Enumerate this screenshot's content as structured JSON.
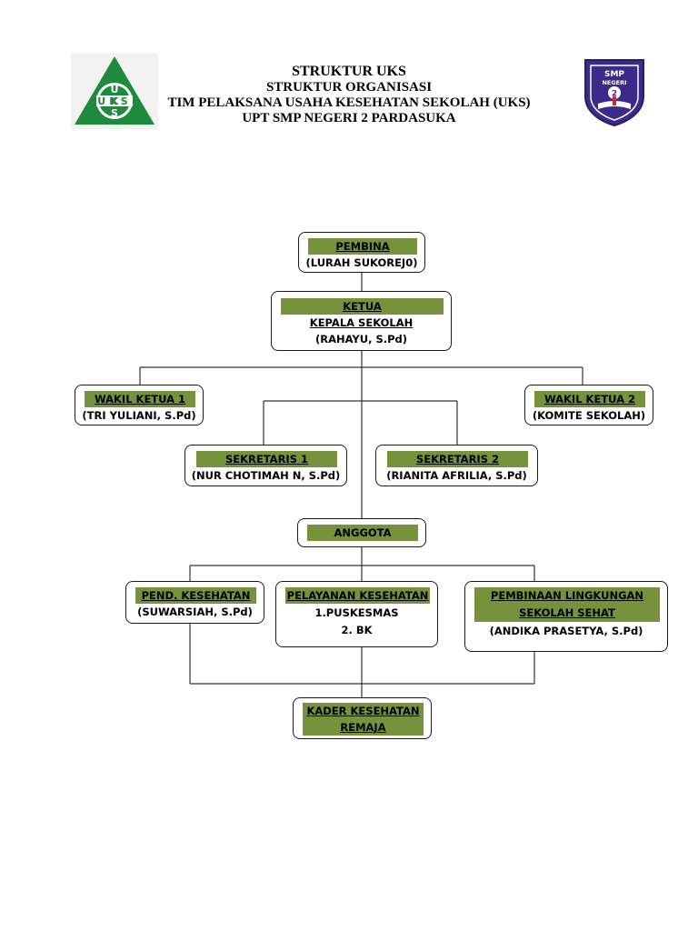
{
  "header": {
    "title": "STRUKTUR UKS",
    "line2": "STRUKTUR ORGANISASI",
    "line3": "TIM PELAKSANA USAHA KESEHATAN SEKOLAH (UKS)",
    "line4": "UPT SMP NEGERI 2 PARDASUKA"
  },
  "logos": {
    "uks_text": [
      "U",
      "K",
      "S",
      "UKS"
    ],
    "uks_color": "#1e8a3c",
    "smp_line1": "SMP",
    "smp_line2": "NEGERI",
    "smp_line3": "2",
    "smp_color": "#3b2a8a"
  },
  "accent_color": "#76923c",
  "nodes": {
    "pembina": {
      "label": "PEMBINA",
      "value": "(LURAH SUKOREJ0)"
    },
    "ketua": {
      "label": "KETUA",
      "value1": "KEPALA SEKOLAH",
      "value2": "(RAHAYU, S.Pd)"
    },
    "wakil1": {
      "label": "WAKIL KETUA 1",
      "value": "(TRI YULIANI, S.Pd)"
    },
    "wakil2": {
      "label": "WAKIL KETUA 2",
      "value": "(KOMITE SEKOLAH)"
    },
    "sekretaris1": {
      "label": "SEKRETARIS 1",
      "value": "(NUR CHOTIMAH N, S.Pd)"
    },
    "sekretaris2": {
      "label": "SEKRETARIS 2",
      "value": "(RIANITA AFRILIA, S.Pd)"
    },
    "anggota": {
      "label": "ANGGOTA"
    },
    "pend": {
      "label": "PEND. KESEHATAN",
      "value": "(SUWARSIAH, S.Pd)"
    },
    "pelayanan": {
      "label": "PELAYANAN KESEHATAN",
      "value1": "1.PUSKESMAS",
      "value2": "2. BK"
    },
    "pembinaan": {
      "label1": "PEMBINAAN LINGKUNGAN",
      "label2": "SEKOLAH SEHAT",
      "value": "(ANDIKA PRASETYA, S.Pd)"
    },
    "kader": {
      "label1": "KADER KESEHATAN",
      "label2": "REMAJA"
    }
  }
}
